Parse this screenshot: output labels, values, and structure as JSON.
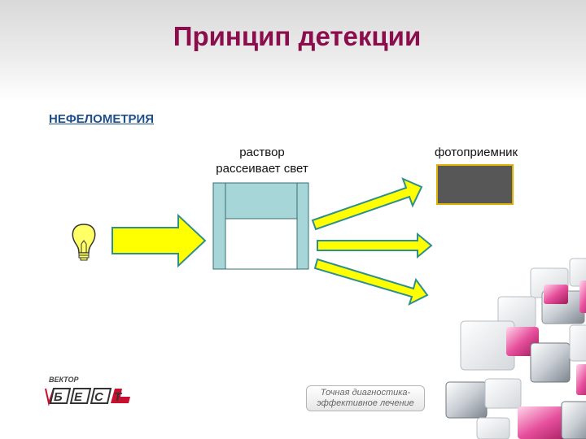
{
  "slide": {
    "title": "Принцип детекции",
    "subtitle": "НЕФЕЛОМЕТРИЯ"
  },
  "diagram": {
    "solution_label": "раствор\nрассеивает свет",
    "detector_label": "фотоприемник"
  },
  "footer": {
    "logo_small_text": "ВЕКТОР",
    "logo_letters": [
      "Б",
      "Е",
      "С",
      "Т"
    ],
    "tagline_line1": "Точная диагностика-",
    "tagline_line2": "эффективное лечение"
  },
  "colors": {
    "title": "#8b0d4b",
    "subtitle": "#1f4e8c",
    "arrow_fill": "#ffff00",
    "cuvette": "#a6d6d8",
    "detector": "#575757",
    "logo_red": "#c8102e"
  },
  "icons": [
    "light-bulb-icon"
  ]
}
